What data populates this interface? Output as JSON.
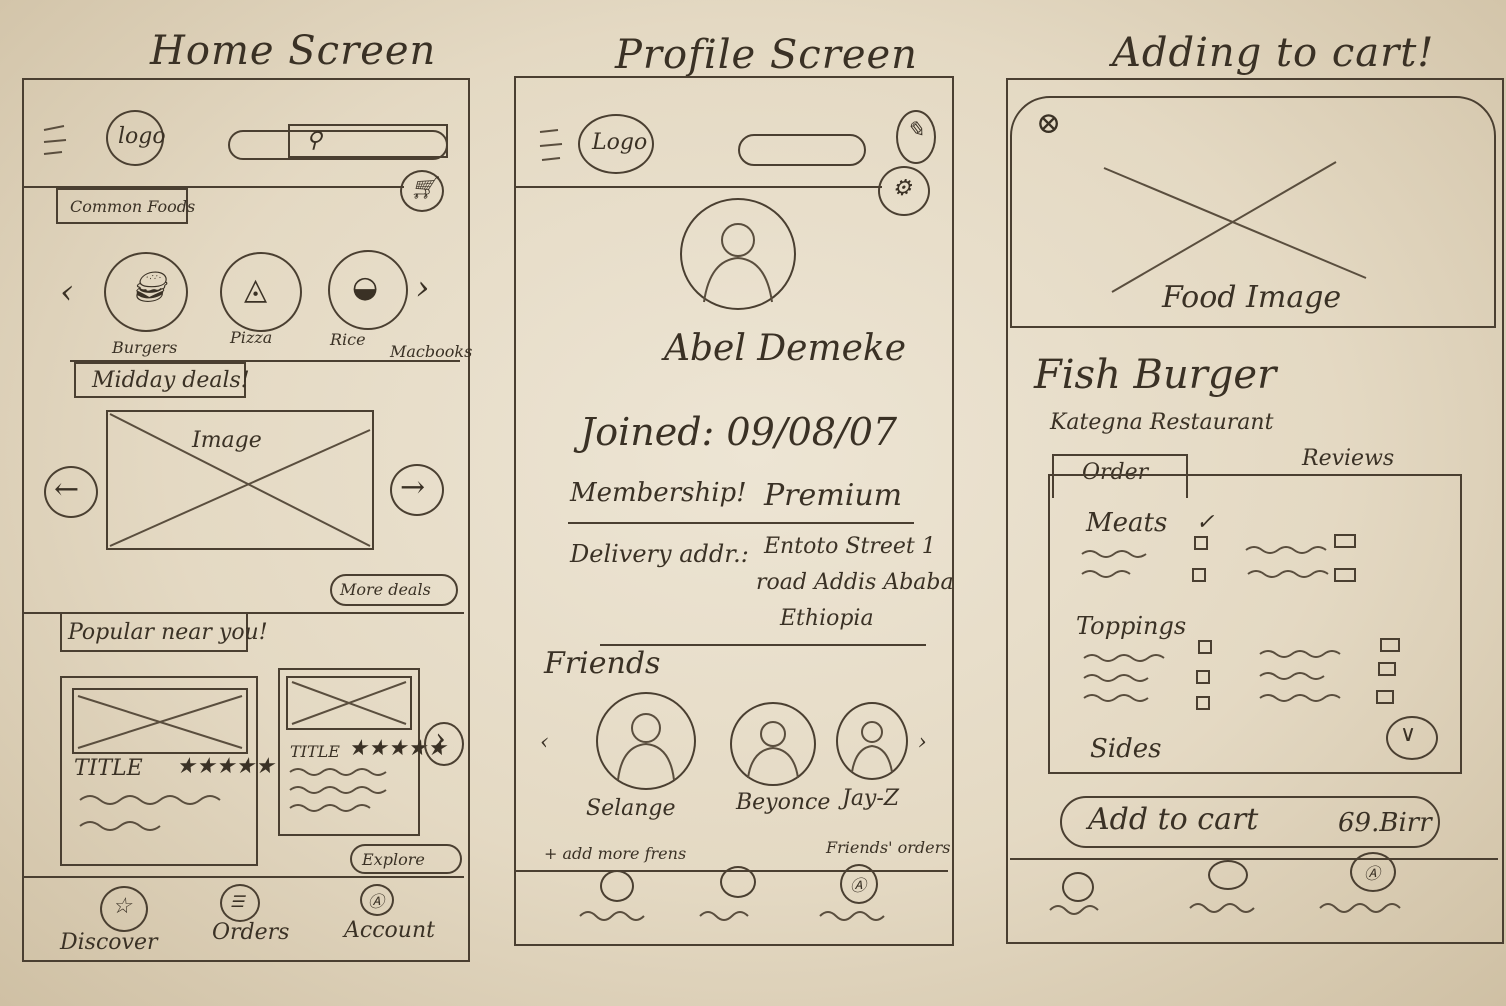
{
  "titles": {
    "home": "Home Screen",
    "profile": "Profile Screen",
    "cart": "Adding to cart!"
  },
  "home": {
    "logo": "logo",
    "common_foods": "Common Foods",
    "categories": [
      "Burgers",
      "Pizza",
      "Rice",
      "Macbooks"
    ],
    "midday_deals": "Midday deals!",
    "image_label": "Image",
    "more_deals": "More deals",
    "popular": "Popular near you!",
    "card1_title": "TITLE",
    "card1_stars": "★★★★★",
    "card2_title": "TITLE",
    "card2_stars": "★★★★★",
    "explore": "Explore",
    "nav": [
      "Discover",
      "Orders",
      "Account"
    ]
  },
  "profile": {
    "logo": "Logo",
    "name": "Abel Demeke",
    "joined": "Joined: 09/08/07",
    "membership_label": "Membership!",
    "membership_value": "Premium",
    "delivery_label": "Delivery addr.:",
    "delivery_line1": "Entoto Street 1",
    "delivery_line2": "road Addis Ababa",
    "delivery_line3": "Ethiopia",
    "friends": "Friends",
    "friend_names": [
      "Selange",
      "Beyonce",
      "Jay-Z"
    ],
    "add_friends": "+ add more frens",
    "friends_orders": "Friends' orders"
  },
  "cart": {
    "close": "⊗",
    "image_label": "Food Image",
    "item_name": "Fish Burger",
    "restaurant": "Kategna Restaurant",
    "tab_order": "Order",
    "tab_reviews": "Reviews",
    "meats": "Meats",
    "toppings": "Toppings",
    "sides": "Sides",
    "add_to_cart": "Add to cart",
    "price": "69.Birr"
  },
  "colors": {
    "paper": "#e6dcc6",
    "ink": "#3d3428"
  }
}
